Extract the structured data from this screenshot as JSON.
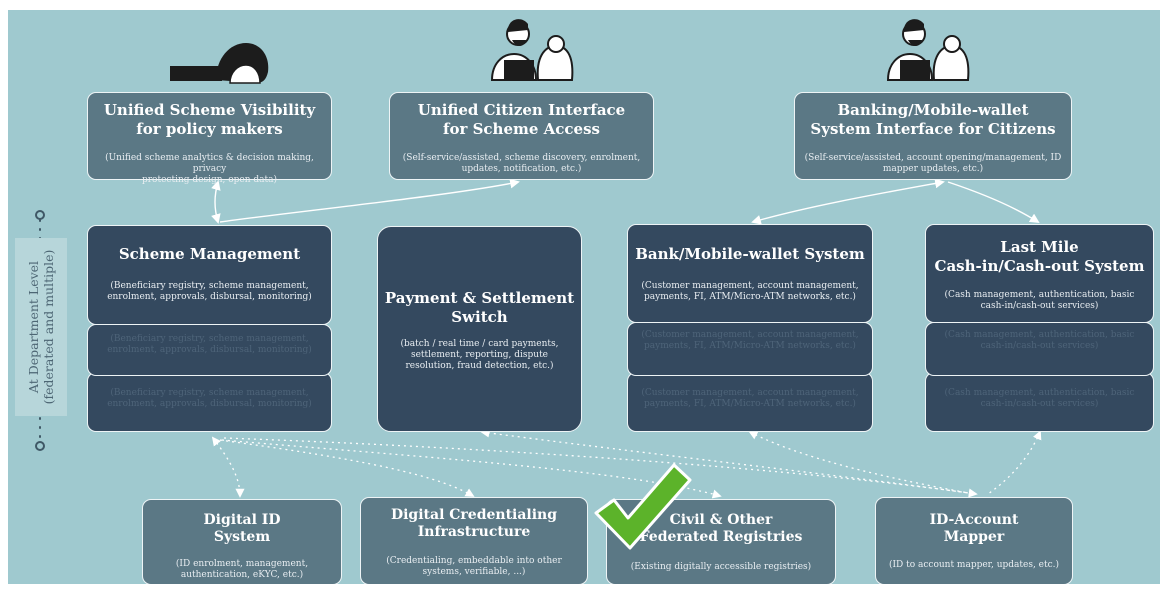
{
  "department_label": "At Department Level\n(federated and multiple)",
  "colors": {
    "background": "#9fc9cf",
    "light_box": "#5b7885",
    "dark_box": "#34495f",
    "check": "#5cb32a"
  },
  "top_row": [
    {
      "title": "Unified Scheme Visibility\nfor policy makers",
      "desc": "(Unified scheme analytics & decision making, privacy\nprotecting design, open data)"
    },
    {
      "title": "Unified Citizen Interface\nfor Scheme Access",
      "desc": "(Self-service/assisted, scheme discovery, enrolment,\nupdates, notification, etc.)"
    },
    {
      "title": "Banking/Mobile-wallet\nSystem Interface for Citizens",
      "desc": "(Self-service/assisted, account opening/management, ID\nmapper updates, etc.)"
    }
  ],
  "middle_row": [
    {
      "title": "Scheme Management",
      "desc": "(Beneficiary registry,  scheme management,\nenrolment, approvals, disbursal, monitoring)"
    },
    {
      "title": "Payment & Settlement\nSwitch",
      "desc": "(batch / real time / card payments,\nsettlement, reporting, dispute\nresolution, fraud detection, etc.)"
    },
    {
      "title": "Bank/Mobile-wallet System",
      "desc": "(Customer management, account management,\npayments, FI, ATM/Micro-ATM networks, etc.)"
    },
    {
      "title": "Last Mile\nCash-in/Cash-out System",
      "desc": "(Cash management, authentication, basic\ncash-in/cash-out services)"
    }
  ],
  "bottom_row": [
    {
      "title": "Digital ID\nSystem",
      "desc": "(ID enrolment, management,\nauthentication, eKYC, etc.)"
    },
    {
      "title": "Digital Credentialing\nInfrastructure",
      "desc": "(Credentialing, embeddable into other\nsystems, verifiable, ...)"
    },
    {
      "title": "Civil & Other\nFederated Registries",
      "desc": "(Existing digitally accessible registries)"
    },
    {
      "title": "ID-Account\nMapper",
      "desc": "(ID to account mapper, updates, etc.)"
    }
  ]
}
